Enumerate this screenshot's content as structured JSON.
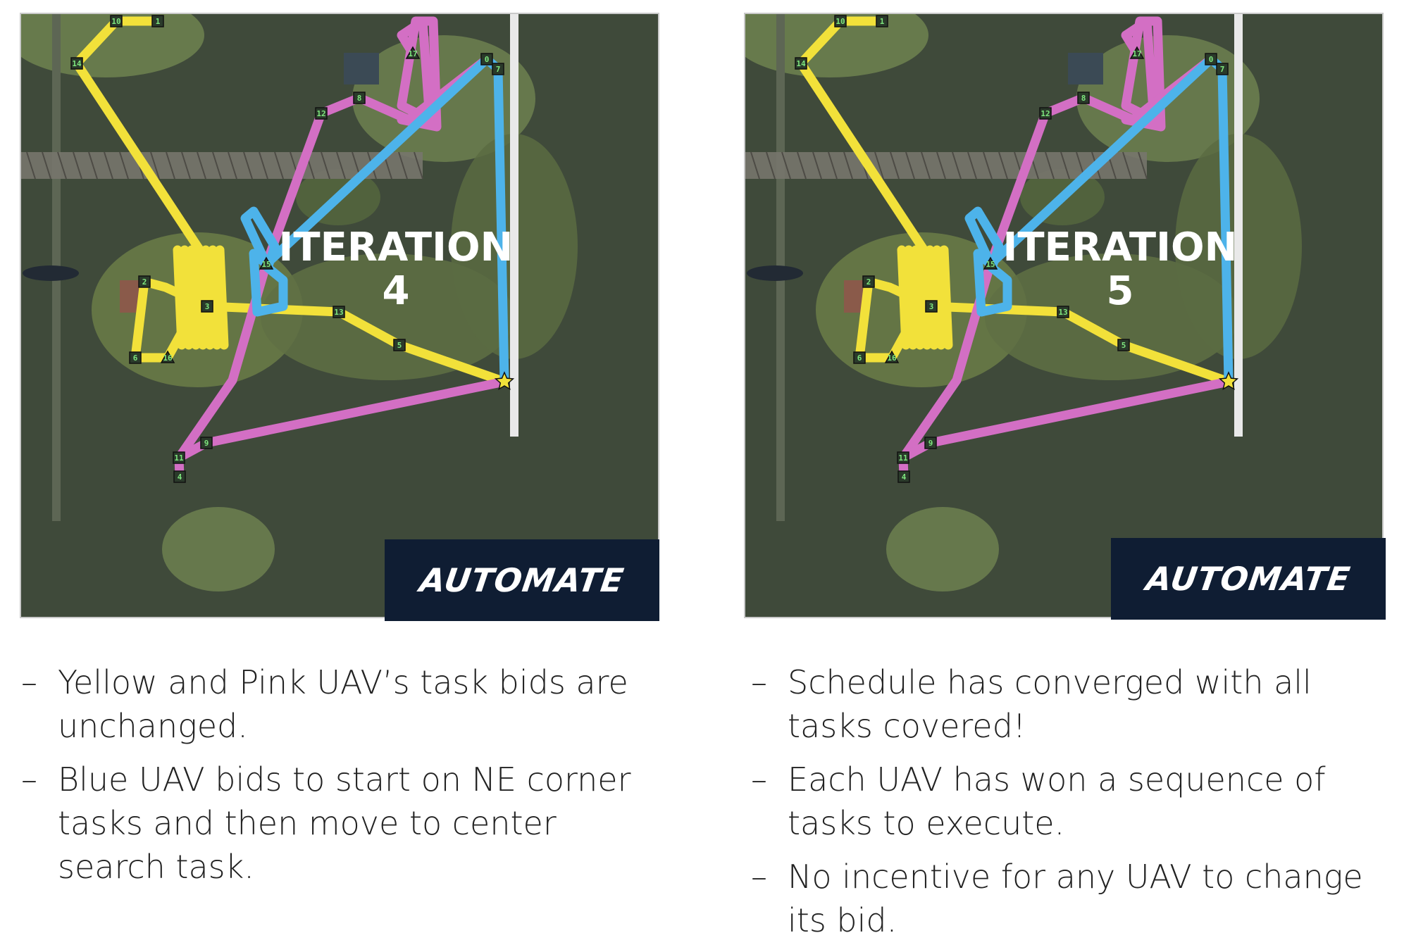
{
  "brand": {
    "logo_text": "AUTOMATE",
    "logo_bg": "#0f1d33"
  },
  "colors": {
    "yellow": "#f2e13a",
    "pink": "#d36fc4",
    "blue": "#4db3ea",
    "label_green": "#7ee67e"
  },
  "panels": [
    {
      "title": "ITERATION",
      "number": "4",
      "bullets": [
        "Yellow and Pink UAV’s task bids are unchanged.",
        "Blue UAV bids to start on NE corner tasks and then move to center search task."
      ]
    },
    {
      "title": "ITERATION",
      "number": "5",
      "bullets": [
        "Schedule has converged with all tasks covered!",
        "Each UAV has won a sequence of tasks to execute.",
        "No incentive for any UAV to change its bid."
      ]
    }
  ],
  "bullet_marker": "–",
  "waypoints": [
    "0",
    "1",
    "2",
    "3",
    "4",
    "5",
    "6",
    "7",
    "8",
    "9",
    "10",
    "11",
    "12",
    "13",
    "14",
    "15",
    "16",
    "17"
  ],
  "icons": [
    "waypoint-square-icon",
    "triangle-marker-icon",
    "star-depot-icon"
  ]
}
